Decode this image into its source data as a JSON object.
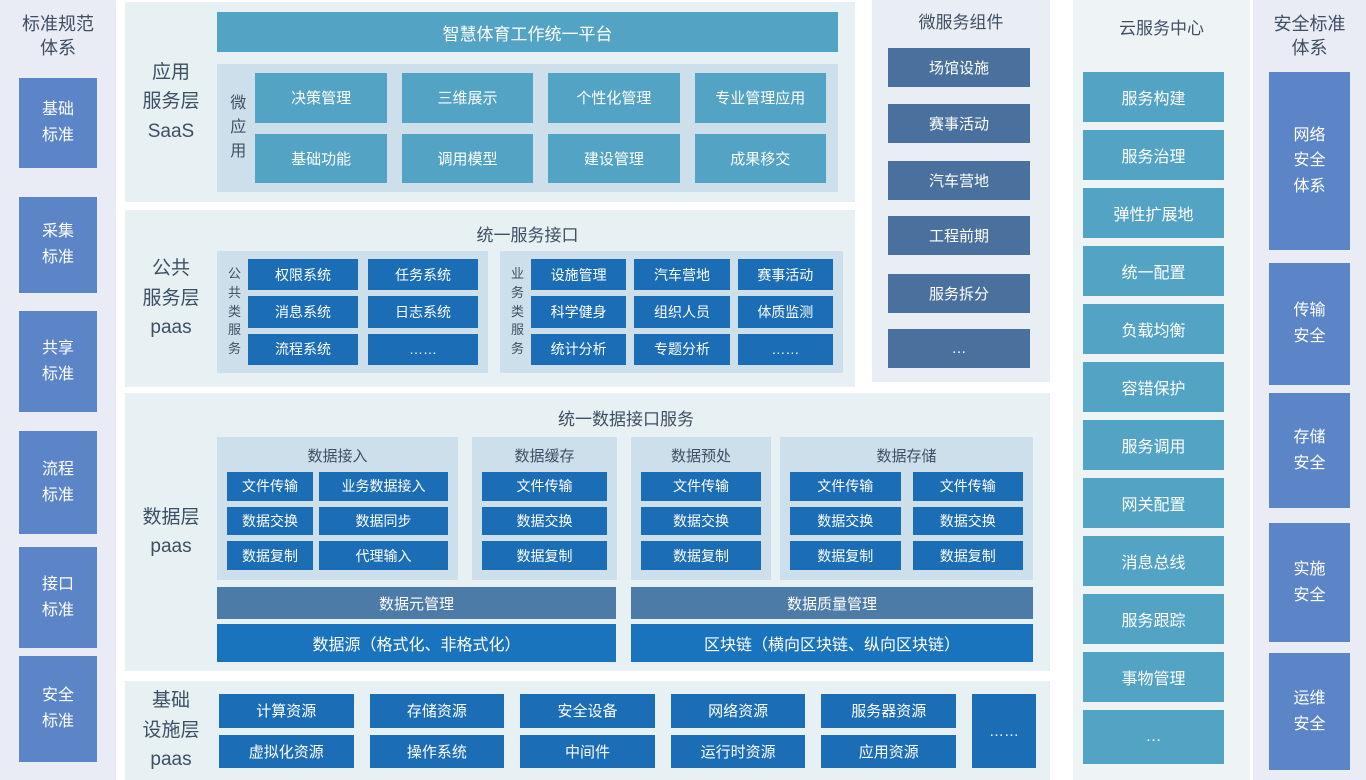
{
  "colors": {
    "teal": "#52a3c4",
    "dark_blue": "#1b6db6",
    "bright_blue": "#1a73bd",
    "slate_blue": "#4d7ba8",
    "muted_slate": "#4a719e",
    "periwinkle": "#5b85c7",
    "panel_bg": "#e7f0f2",
    "subpanel_bg": "#cddfeb",
    "text_dark": "#3f4f63"
  },
  "standards_panel": {
    "title": "标准规范体系",
    "items": [
      "基础标准",
      "采集标准",
      "共享标准",
      "流程标准",
      "接口标准",
      "安全标准"
    ]
  },
  "app_layer": {
    "label_lines": [
      "应用",
      "服务层",
      "SaaS"
    ],
    "platform_bar": "智慧体育工作统一平台",
    "micro_apps_label": "微应用",
    "apps": [
      "决策管理",
      "三维展示",
      "个性化管理",
      "专业管理应用",
      "基础功能",
      "调用模型",
      "建设管理",
      "成果移交"
    ]
  },
  "public_layer": {
    "label_lines": [
      "公共",
      "服务层",
      "paas"
    ],
    "title": "统一服务接口",
    "common": {
      "label": "公共类服务",
      "items": [
        "权限系统",
        "任务系统",
        "消息系统",
        "日志系统",
        "流程系统",
        "……"
      ]
    },
    "business": {
      "label": "业务类服务",
      "items": [
        "设施管理",
        "汽车营地",
        "赛事活动",
        "科学健身",
        "组织人员",
        "体质监测",
        "统计分析",
        "专题分析",
        "……"
      ]
    }
  },
  "data_layer": {
    "label_lines": [
      "数据层",
      "paas"
    ],
    "title": "统一数据接口服务",
    "groups": [
      {
        "label": "数据接入",
        "items": [
          "文件传输",
          "业务数据接入",
          "数据交换",
          "数据同步",
          "数据复制",
          "代理输入"
        ]
      },
      {
        "label": "数据缓存",
        "items": [
          "文件传输",
          "数据交换",
          "数据复制"
        ]
      },
      {
        "label": "数据预处",
        "items": [
          "文件传输",
          "数据交换",
          "数据复制"
        ]
      },
      {
        "label": "数据存储",
        "items": [
          "文件传输",
          "文件传输",
          "数据交换",
          "数据交换",
          "数据复制",
          "数据复制"
        ]
      }
    ],
    "meta_bar": "数据元管理",
    "quality_bar": "数据质量管理",
    "source_bar": "数据源（格式化、非格式化）",
    "blockchain_bar": "区块链（横向区块链、纵向区块链）"
  },
  "infra_layer": {
    "label_lines": [
      "基础",
      "设施层",
      "paas"
    ],
    "row1": [
      "计算资源",
      "存储资源",
      "安全设备",
      "网络资源",
      "服务器资源"
    ],
    "row2": [
      "虚拟化资源",
      "操作系统",
      "中间件",
      "运行时资源",
      "应用资源"
    ],
    "more": "……"
  },
  "microservices_panel": {
    "title": "微服务组件",
    "items": [
      "场馆设施",
      "赛事活动",
      "汽车营地",
      "工程前期",
      "服务拆分",
      "…"
    ]
  },
  "cloud_panel": {
    "title": "云服务中心",
    "items": [
      "服务构建",
      "服务治理",
      "弹性扩展地",
      "统一配置",
      "负载均衡",
      "容错保护",
      "服务调用",
      "网关配置",
      "消息总线",
      "服务跟踪",
      "事物管理",
      "…"
    ]
  },
  "security_panel": {
    "title": "安全标准体系",
    "items": [
      "网络安全体系",
      "传输安全",
      "存储安全",
      "实施安全",
      "运维安全"
    ]
  }
}
